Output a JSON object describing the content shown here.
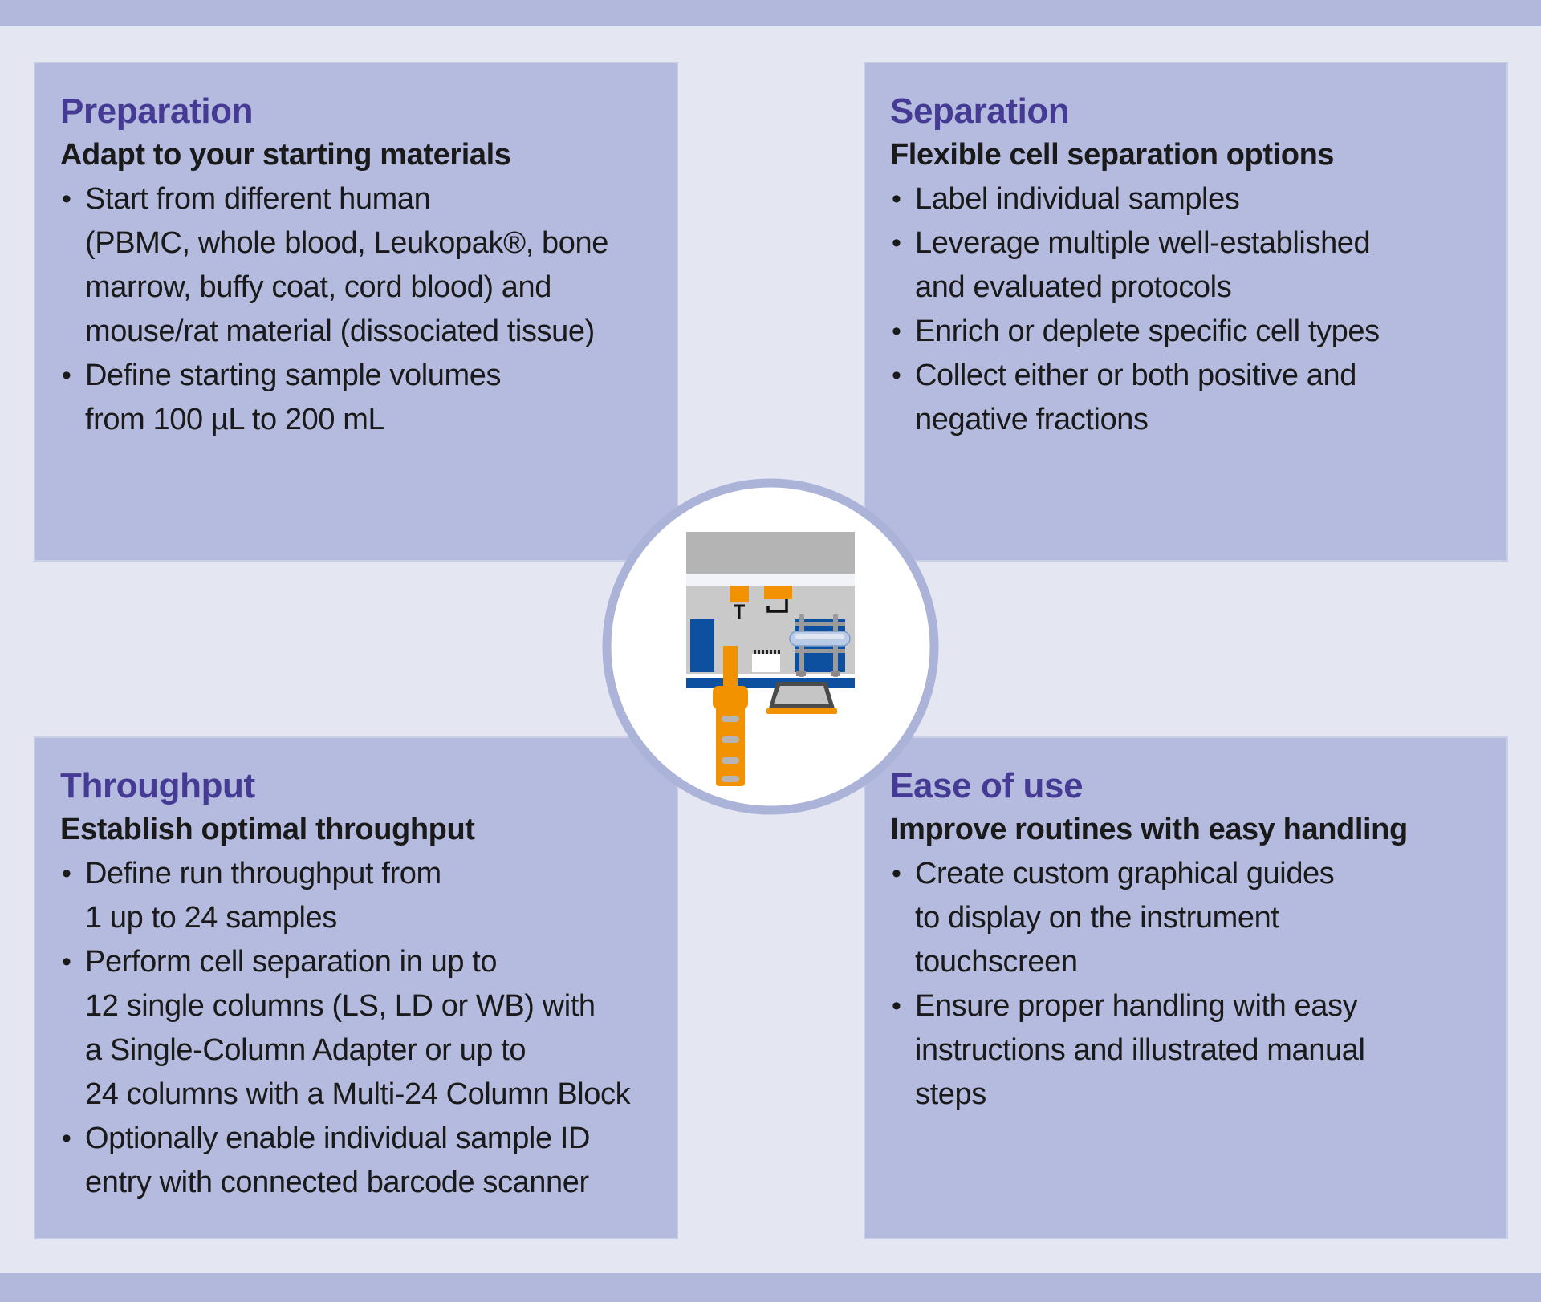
{
  "colors": {
    "background": "#e4e6f2",
    "band": "#b2b8db",
    "panel": "#b5bbde",
    "heading_purple": "#453a94",
    "body_text": "#1a1a1a",
    "circle_ring": "#abb3d9",
    "orange": "#f39200",
    "instrument_blue": "#0d509f"
  },
  "panels": {
    "preparation": {
      "heading": "Preparation",
      "subheading": "Adapt to your starting materials",
      "lines": [
        {
          "text": "Start from different human",
          "bullet": true
        },
        {
          "text": "(PBMC, whole blood, Leukopak®, bone",
          "bullet": false
        },
        {
          "text": "marrow, buffy coat, cord blood) and",
          "bullet": false
        },
        {
          "text": "mouse/rat material (dissociated tissue)",
          "bullet": false
        },
        {
          "text": "Define starting sample volumes",
          "bullet": true
        },
        {
          "text": "from 100 µL to 200 mL",
          "bullet": false
        }
      ]
    },
    "separation": {
      "heading": "Separation",
      "subheading": "Flexible cell separation options",
      "lines": [
        {
          "text": "Label individual samples",
          "bullet": true
        },
        {
          "text": "Leverage multiple well-established",
          "bullet": true
        },
        {
          "text": "and evaluated protocols",
          "bullet": false
        },
        {
          "text": "Enrich or deplete specific cell types",
          "bullet": true
        },
        {
          "text": "Collect either or both positive and",
          "bullet": true
        },
        {
          "text": "negative fractions",
          "bullet": false
        }
      ]
    },
    "throughput": {
      "heading": "Throughput",
      "subheading": "Establish optimal throughput",
      "lines": [
        {
          "text": "Define run throughput from",
          "bullet": true
        },
        {
          "text": "1 up to 24 samples",
          "bullet": false
        },
        {
          "text": "Perform cell separation in up to",
          "bullet": true
        },
        {
          "text": "12 single columns (LS, LD or WB) with",
          "bullet": false
        },
        {
          "text": "a Single-Column Adapter or up to",
          "bullet": false
        },
        {
          "text": "24 columns with a Multi-24 Column Block",
          "bullet": false
        },
        {
          "text": "Optionally enable individual sample ID",
          "bullet": true
        },
        {
          "text": "entry with connected barcode scanner",
          "bullet": false
        }
      ]
    },
    "ease_of_use": {
      "heading": "Ease of use",
      "subheading": "Improve routines with easy handling",
      "lines": [
        {
          "text": "Create custom graphical guides",
          "bullet": true
        },
        {
          "text": "to display on the instrument",
          "bullet": false
        },
        {
          "text": "touchscreen",
          "bullet": false
        },
        {
          "text": "Ensure proper handling with easy",
          "bullet": true
        },
        {
          "text": "instructions and illustrated manual",
          "bullet": false
        },
        {
          "text": "steps",
          "bullet": false
        }
      ]
    }
  },
  "center": {
    "illustration": "automated-cell-separator-instrument"
  }
}
